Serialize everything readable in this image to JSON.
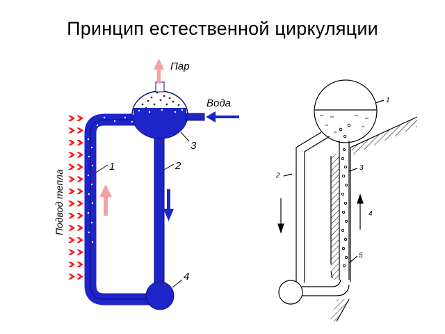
{
  "title": "Принцип естественной циркуляции",
  "left_diagram": {
    "label_steam": "Пар",
    "label_water": "Вода",
    "label_heat": "Подвод тепла",
    "label_1": "1",
    "label_2": "2",
    "label_3": "3",
    "label_4": "4",
    "colors": {
      "pipe": "#1d24c8",
      "water": "#1d24c8",
      "heat_arrow": "#ff1a1a",
      "up_arrow": "#f4a0a8",
      "down_arrow": "#1d24c8"
    }
  },
  "right_diagram": {
    "label_1": "1",
    "label_2": "2",
    "label_3": "3",
    "label_4": "4",
    "label_5": "5"
  }
}
